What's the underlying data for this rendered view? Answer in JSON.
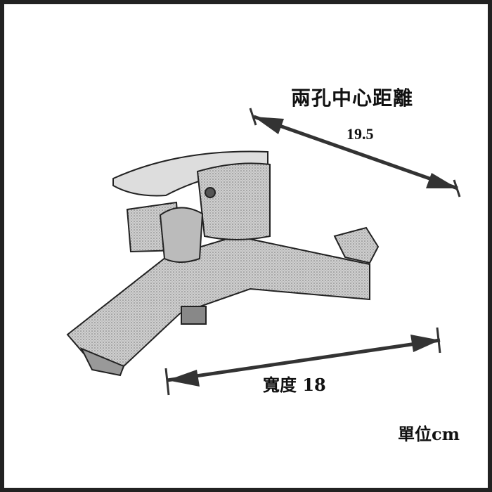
{
  "labels": {
    "hole_center_distance": "兩孔中心距離",
    "hole_center_value": "19.5",
    "width": "寬度 18",
    "unit": "單位cm"
  },
  "colors": {
    "arrow": "#333333",
    "border": "#222222"
  }
}
